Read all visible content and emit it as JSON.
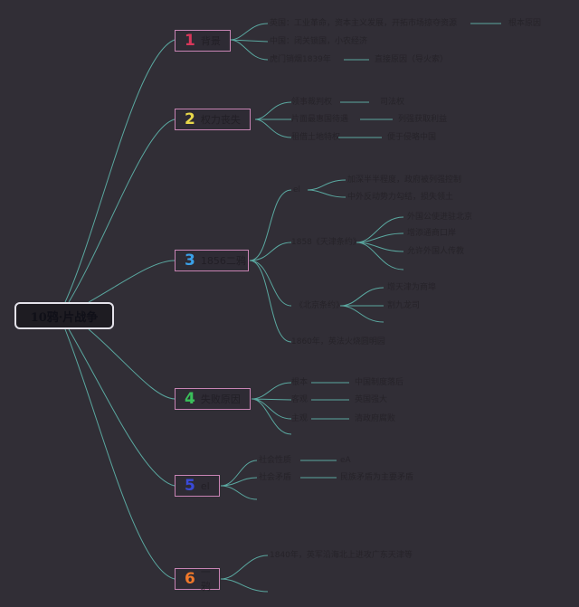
{
  "root": {
    "title": "10鸦·片战争"
  },
  "branches": [
    {
      "num": "1",
      "label": "背景",
      "color": "#d8375a",
      "items": [
        {
          "text": "英国：工业革命，资本主义发展，开拓市场掠夺资源",
          "sub": "根本原因"
        },
        {
          "text": "中国：闭关锁国，小农经济"
        },
        {
          "text": "虎门销烟1839年",
          "sub": "直接原因（导火索）"
        }
      ]
    },
    {
      "num": "2",
      "label": "权力丧失",
      "color": "#e8d84a",
      "items": [
        {
          "text": "领事裁判权",
          "sub": "司法权"
        },
        {
          "text": "片面最惠国待遇",
          "sub": "列强获取利益"
        },
        {
          "text": "租借土地特权",
          "sub": "便于侵略中国"
        }
      ]
    },
    {
      "num": "3",
      "label": "1856二鸦",
      "color": "#3aa0e8",
      "items": [
        {
          "text": "el",
          "subs": [
            "加深半半程度，政府被列强控制",
            "中外反动势力勾结，损失领土"
          ]
        },
        {
          "text": "1858《天津条约》",
          "subs": [
            "外国公使进驻北京",
            "增添通商口岸",
            "允许外国人传教"
          ]
        },
        {
          "text": "《北京条约》",
          "subs": [
            "增天津为商埠",
            "割九龙司"
          ]
        },
        {
          "text": "1860年，英法火烧圆明园"
        }
      ]
    },
    {
      "num": "4",
      "label": "失败原因",
      "color": "#3abf5a",
      "items": [
        {
          "text": "根本",
          "sub": "中国制度落后"
        },
        {
          "text": "客观",
          "sub": "英国强大"
        },
        {
          "text": "主观",
          "sub": "清政府腐败"
        }
      ]
    },
    {
      "num": "5",
      "label": "el",
      "color": "#3a4ad8",
      "items": [
        {
          "text": "社会性质",
          "sub": "eA"
        },
        {
          "text": "社会矛盾",
          "sub": "民族矛盾为主要矛盾"
        }
      ]
    },
    {
      "num": "6",
      "label": "一鸦",
      "color": "#f0782a",
      "items": [
        {
          "text": "1840年，英军沿海北上进攻广东天津等"
        }
      ]
    }
  ],
  "colors": {
    "background": "#312e36",
    "line": "#5aa8a0",
    "branch_border": "#c884b4",
    "root_border": "#e4e2ea",
    "text": "#262329"
  }
}
